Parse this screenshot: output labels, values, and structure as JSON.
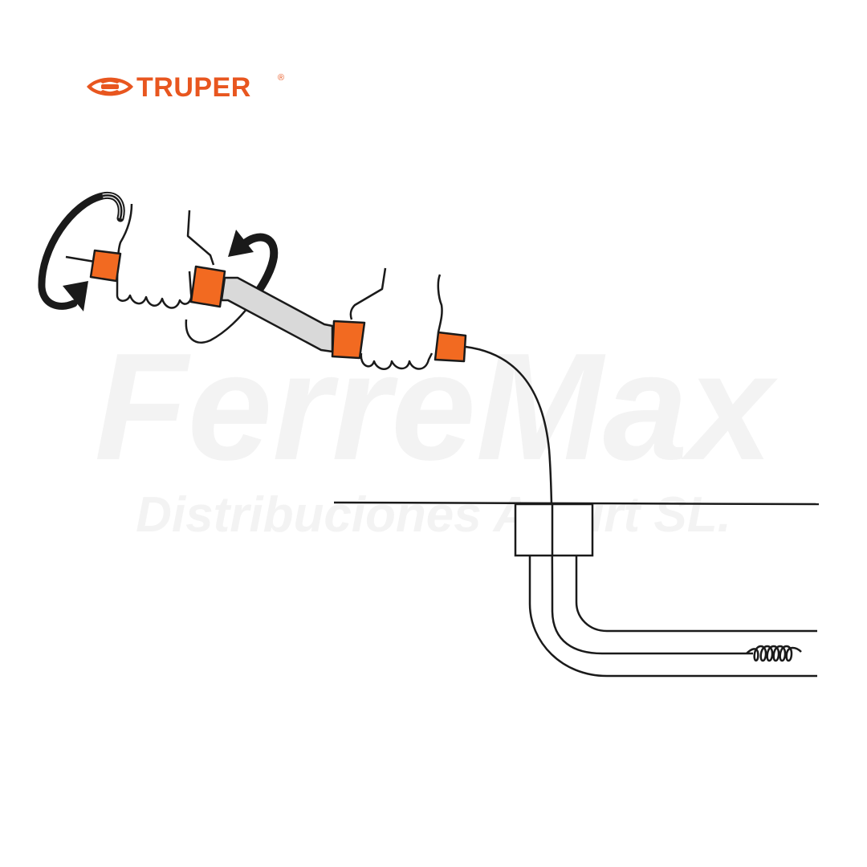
{
  "brand": {
    "name": "TRUPER",
    "registered": "®",
    "color": "#e8561f"
  },
  "watermark": {
    "line1": "FerreMax",
    "line2": "Distribuciones Amurt SL.",
    "color": "#f2f2f2"
  },
  "palette": {
    "stroke": "#1a1a1a",
    "accent": "#f26a21",
    "cable_fill": "#d9d9d9",
    "background": "#ffffff"
  },
  "icons": [
    "rotate-counterclockwise-icon",
    "rotate-clockwise-icon"
  ]
}
